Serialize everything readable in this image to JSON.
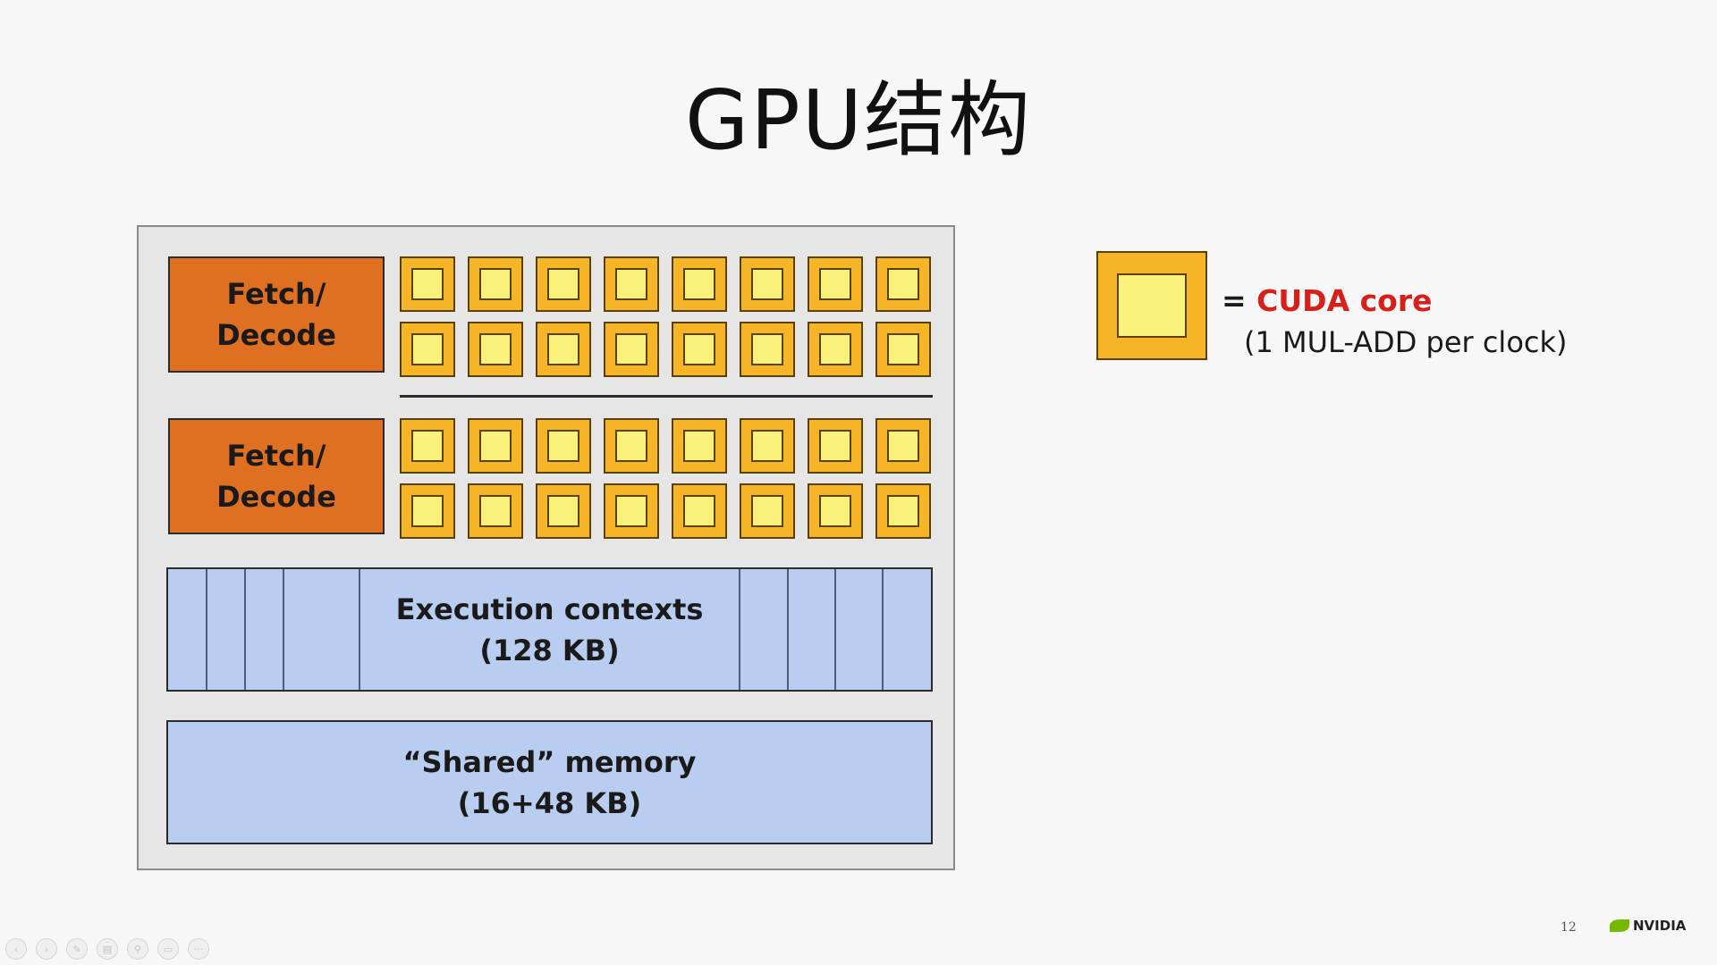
{
  "title": "GPU结构",
  "diagram": {
    "fetch_decode_label": "Fetch/\nDecode",
    "cores_per_group": 16,
    "execution_contexts_label": "Execution contexts\n(128 KB)",
    "shared_memory_label": "“Shared” memory\n(16+48 KB)"
  },
  "legend": {
    "equals": "=",
    "name": "CUDA core",
    "description": "(1 MUL-ADD per clock)"
  },
  "footer": {
    "page_number": "12",
    "logo_text": "NVIDIA"
  },
  "toolbar": {
    "icons": [
      "prev-icon",
      "next-icon",
      "pen-icon",
      "copy-icon",
      "zoom-icon",
      "screen-icon",
      "more-icon"
    ],
    "glyphs": [
      "‹",
      "›",
      "✎",
      "▤",
      "⚲",
      "▭",
      "···"
    ]
  },
  "colors": {
    "fetch_decode": "#df6f21",
    "core_outer": "#f5b526",
    "core_inner": "#fbf27d",
    "memory": "#b9cdf0",
    "cuda_core_text": "#d81f1a"
  }
}
